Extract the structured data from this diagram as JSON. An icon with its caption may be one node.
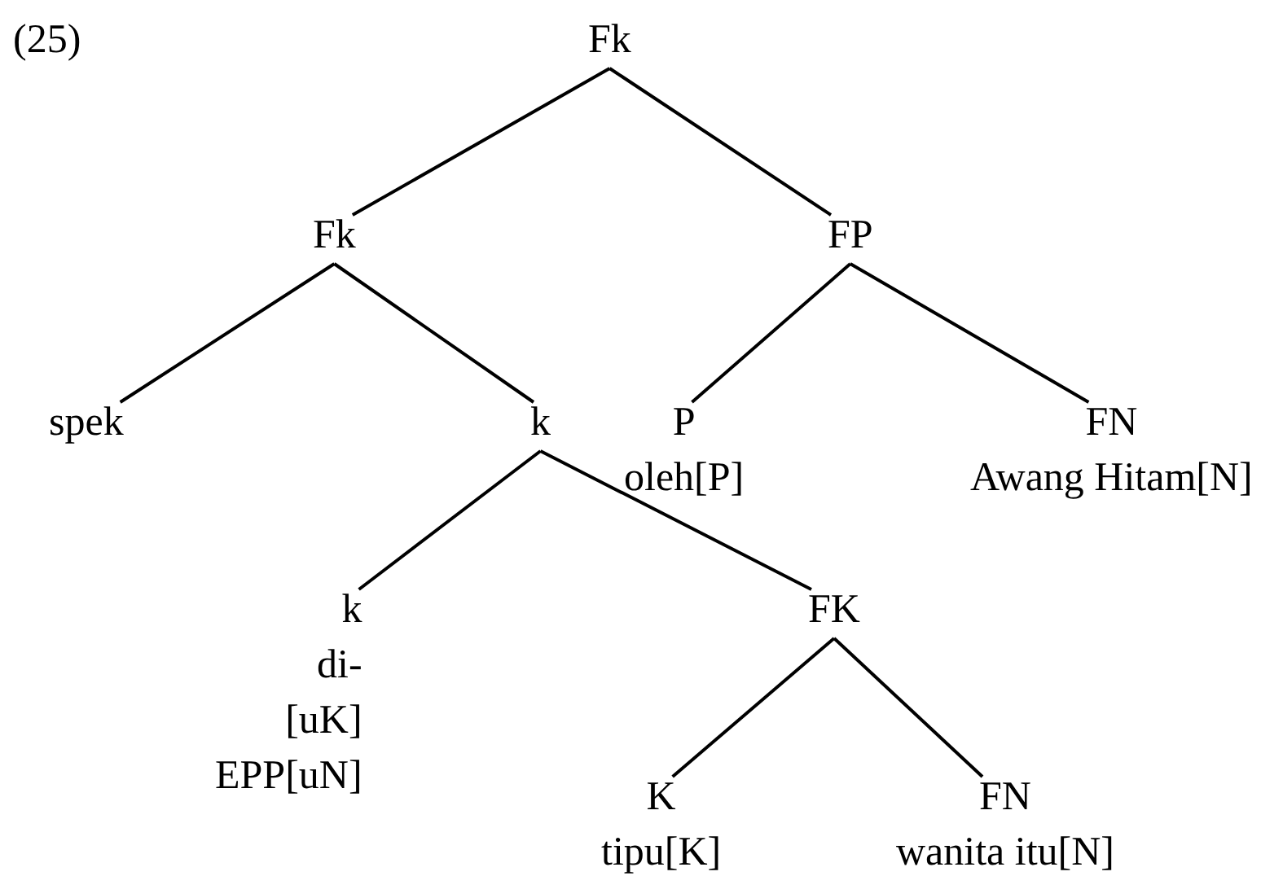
{
  "diagram": {
    "nodes": [
      {
        "text": [
          "Fk"
        ]
      },
      {
        "text": [
          "Fk"
        ]
      },
      {
        "text": [
          "FP"
        ]
      },
      {
        "text": [
          "spek"
        ]
      },
      {
        "text": [
          "k"
        ]
      },
      {
        "text": [
          "P",
          "oleh[P]"
        ]
      },
      {
        "text": [
          "FN",
          "Awang Hitam[N]"
        ]
      },
      {
        "text": [
          "k",
          "di-",
          "[uK]",
          "EPP[uN]"
        ]
      },
      {
        "text": [
          "FK"
        ]
      },
      {
        "text": [
          "K",
          "tipu[K]"
        ]
      },
      {
        "text": [
          "FN",
          "wanita itu[N]"
        ]
      }
    ],
    "edges": [
      {
        "from": 0,
        "to": 1,
        "arrow": "none"
      },
      {
        "from": 0,
        "to": 2,
        "arrow": "none"
      },
      {
        "from": 1,
        "to": 3,
        "arrow": "none"
      },
      {
        "from": 1,
        "to": 4,
        "arrow": "none"
      },
      {
        "from": 2,
        "to": 5,
        "arrow": "none"
      },
      {
        "from": 2,
        "to": 6,
        "arrow": "none"
      },
      {
        "from": 4,
        "to": 7,
        "arrow": "none"
      },
      {
        "from": 4,
        "to": 8,
        "arrow": "none"
      },
      {
        "from": 8,
        "to": 9,
        "arrow": "none"
      },
      {
        "from": 8,
        "to": 10,
        "arrow": "none"
      }
    ],
    "labels": [
      "(25)"
    ]
  }
}
